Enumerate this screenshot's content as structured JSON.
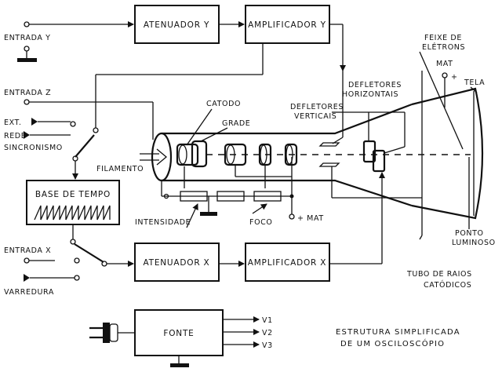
{
  "blocks": {
    "atenuador_y": "ATENUADOR Y",
    "amplificador_y": "AMPLIFICADOR Y",
    "base_de_tempo": "BASE DE TEMPO",
    "atenuador_x": "ATENUADOR X",
    "amplificador_x": "AMPLIFICADOR X",
    "fonte": "FONTE"
  },
  "inputs": {
    "entrada_y": "ENTRADA Y",
    "entrada_z": "ENTRADA Z",
    "entrada_x": "ENTRADA X",
    "ext": "EXT.",
    "rede": "REDE",
    "sincronismo": "SINCRONISMO",
    "varredura": "VARREDURA"
  },
  "tube": {
    "catodo": "CATODO",
    "grade": "GRADE",
    "filamento": "FILAMENTO",
    "intensidade": "INTENSIDADE",
    "foco": "FOCO",
    "mat_plus": "+ MAT",
    "defletores_verticais": [
      "DEFLETORES",
      "VERTICAIS"
    ],
    "defletores_horizontais": [
      "DEFLETORES",
      "HORIZONTAIS"
    ],
    "feixe": [
      "FEIXE DE",
      "ELÉTRONS"
    ],
    "mat": "MAT",
    "plus": "+",
    "tela": "TELA",
    "ponto": [
      "PONTO",
      "LUMINOSO"
    ],
    "tubo": [
      "TUBO DE RAIOS",
      "CATÓDICOS"
    ]
  },
  "outputs": [
    "V1",
    "V2",
    "V3"
  ],
  "caption": [
    "ESTRUTURA SIMPLIFICADA",
    "DE UM OSCILOSCÓPIO"
  ]
}
